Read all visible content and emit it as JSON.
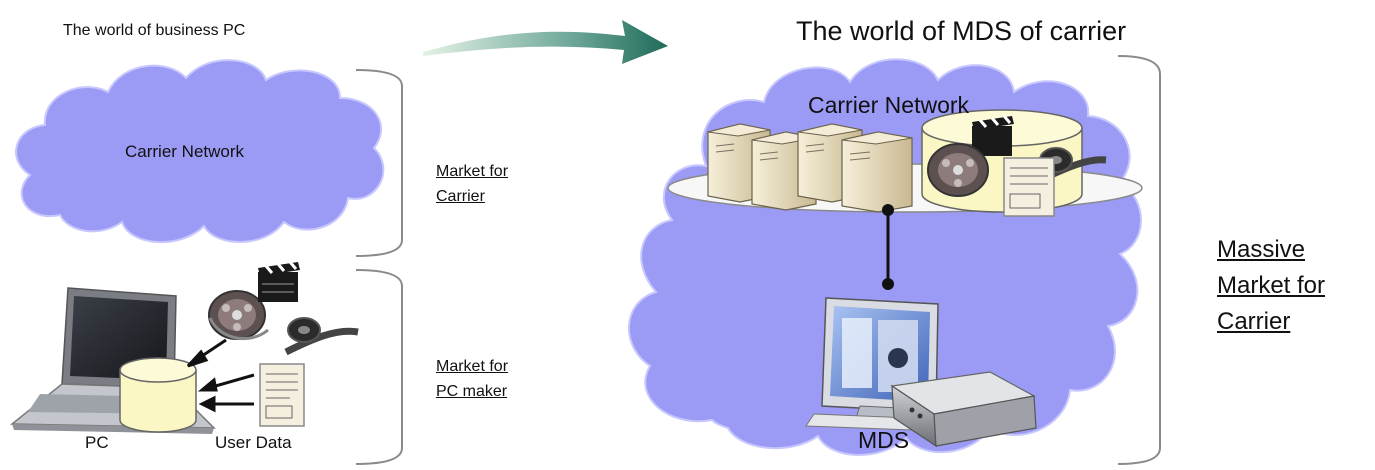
{
  "left": {
    "title": "The world of business PC",
    "cloud_label": "Carrier Network",
    "market_carrier": [
      "Market for",
      "Carrier"
    ],
    "market_pc": [
      "Market for",
      "PC maker"
    ],
    "pc_label": "PC",
    "user_data_label": "User Data"
  },
  "right": {
    "title": "The world of MDS of carrier",
    "cloud_label": "Carrier Network",
    "massive_market": [
      "Massive",
      "Market for",
      "Carrier"
    ],
    "mds_label": "MDS"
  },
  "colors": {
    "cloud_fill": "#9b9bf5",
    "cloud_stroke": "#c9c9ff",
    "bracket": "#8a8a8a",
    "arrow_start": "#d6ecd8",
    "arrow_end": "#1f6b59",
    "cylinder": "#fbf7c4",
    "server": "#e9dfc2"
  }
}
